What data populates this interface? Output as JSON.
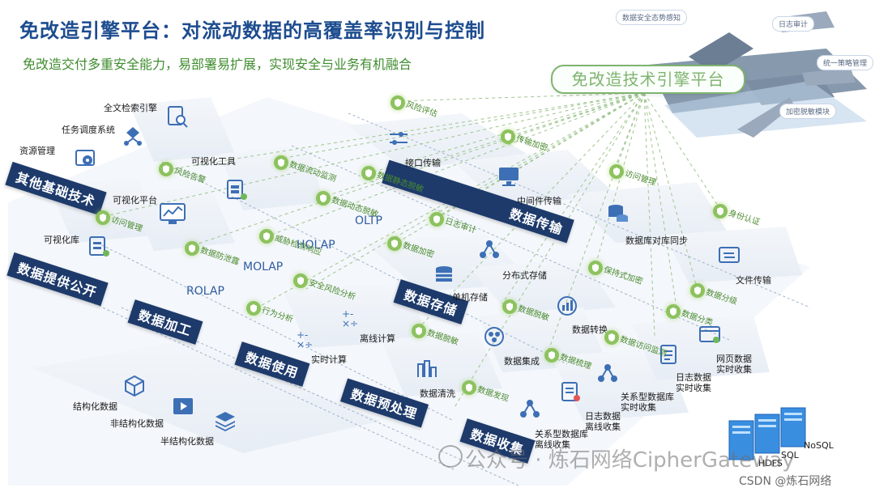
{
  "title": "免改造引擎平台：对流动数据的高覆盖率识别与控制",
  "subtitle": "免改造交付多重安全能力，易部署易扩展，实现安全与业务有机融合",
  "engine_label": "免改造技术引擎平台",
  "fleet_tags": [
    "数据安全态势感知",
    "日志审计",
    "统一策略管理",
    "加密脱敏模块"
  ],
  "bands": [
    "其他基础技术",
    "数据提供公开",
    "数据加工",
    "数据使用",
    "数据预处理",
    "数据收集",
    "数据存储",
    "数据传输"
  ],
  "components": {
    "fulltext": "全文检索引擎",
    "scheduler": "任务调度系统",
    "resource": "资源管理",
    "viz_tool": "可视化工具",
    "viz_platform": "可视化平台",
    "viz_lib": "可视化库",
    "interface": "接口传输",
    "middleware": "中间件传输",
    "db_sync": "数据库对库同步",
    "file_transfer": "文件传输",
    "distributed": "分布式存储",
    "single": "单机存储",
    "offline": "离线计算",
    "realtime": "实时计算",
    "convert": "数据转换",
    "integrate": "数据集成",
    "clean": "数据清洗",
    "web_collect": [
      "网页数据",
      "实时收集"
    ],
    "log_rt": [
      "日志数据",
      "实时收集"
    ],
    "rdb_rt": [
      "关系型数据库",
      "实时收集"
    ],
    "log_off": [
      "日志数据",
      "离线收集"
    ],
    "rdb_off": [
      "关系型数据库",
      "离线收集"
    ],
    "structured": "结构化数据",
    "unstructured": "非结构化数据",
    "semistructured": "半结构化数据",
    "hdfs": "HDFS",
    "sql": "SQL",
    "nosql": "NoSQL"
  },
  "olap": [
    "OLTP",
    "HOLAP",
    "MOLAP",
    "ROLAP"
  ],
  "capabilities": [
    "风险评估",
    "数据流动监测",
    "传输加密",
    "访问管理",
    "身份认证",
    "风险告警",
    "数据静态脱敏",
    "数据动态脱敏",
    "日志审计",
    "访问管理",
    "威胁检测响应",
    "数据加密",
    "保持式加密",
    "数据防泄露",
    "安全风险分析",
    "行为分析",
    "数据脱敏",
    "数据分类",
    "数据分级",
    "数据访问监测",
    "数据脱敏",
    "数据梳理",
    "数据发现"
  ],
  "watermark": "公众号 · 炼石网络CipherGateway",
  "credit": "CSDN @炼石网络",
  "colors": {
    "navy": "#1d3a6b",
    "title_blue": "#1d4c8f",
    "green": "#3f8d2f",
    "shield": "#8dc25f",
    "icon_blue": "#3d6fb5"
  }
}
